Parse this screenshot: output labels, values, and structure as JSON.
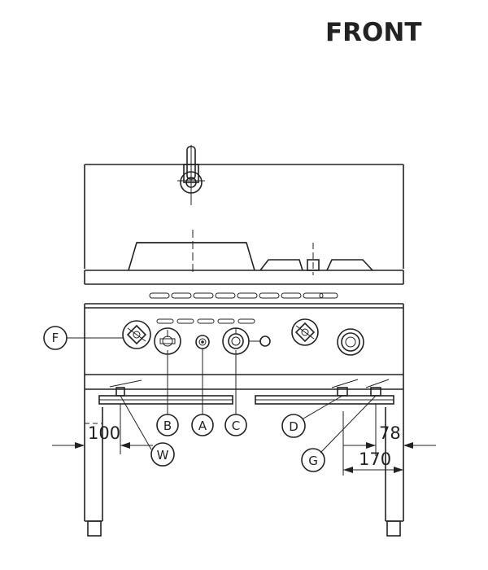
{
  "heading": "FRONT",
  "callouts": {
    "A": "A",
    "B": "B",
    "C": "C",
    "D": "D",
    "F": "F",
    "G": "G",
    "W": "W"
  },
  "dimensions": {
    "left_offset": "100",
    "right_offset": "78",
    "right_span": "170"
  }
}
